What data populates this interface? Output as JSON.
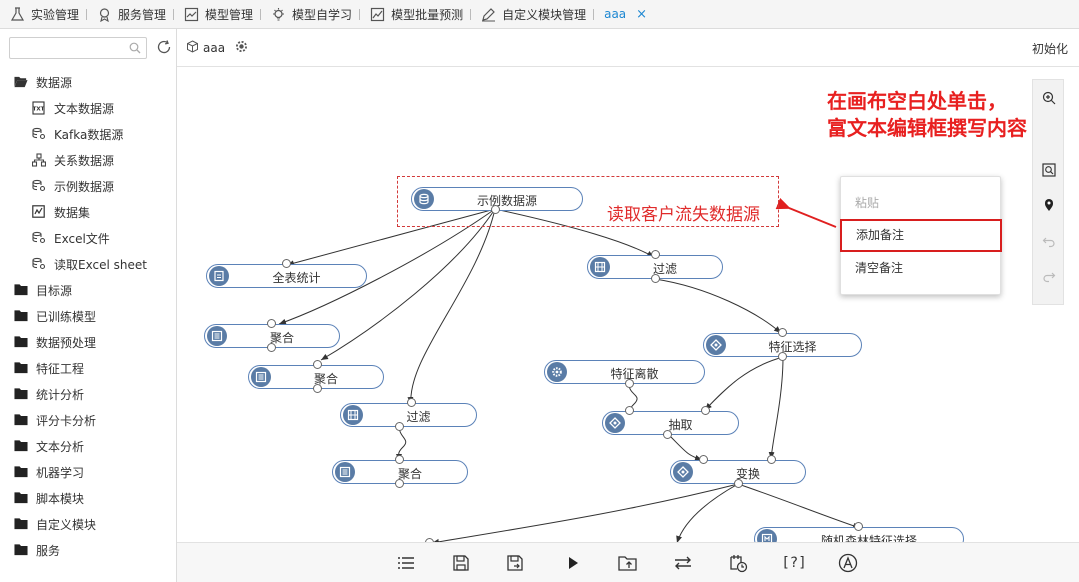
{
  "tabs": [
    {
      "label": "实验管理",
      "icon": "flask-icon"
    },
    {
      "label": "服务管理",
      "icon": "service-icon"
    },
    {
      "label": "模型管理",
      "icon": "chart-model-icon"
    },
    {
      "label": "模型自学习",
      "icon": "lightbulb-icon"
    },
    {
      "label": "模型批量预测",
      "icon": "line-chart-icon"
    },
    {
      "label": "自定义模块管理",
      "icon": "edit-icon"
    },
    {
      "label": "aaa",
      "active": true,
      "close": "×"
    }
  ],
  "sidebar": {
    "search_placeholder": "",
    "items": [
      {
        "label": "数据源",
        "level": 0,
        "icon": "folder-open-icon"
      },
      {
        "label": "文本数据源",
        "level": 1,
        "icon": "text-file-icon"
      },
      {
        "label": "Kafka数据源",
        "level": 1,
        "icon": "database-link-icon"
      },
      {
        "label": "关系数据源",
        "level": 1,
        "icon": "relation-icon"
      },
      {
        "label": "示例数据源",
        "level": 1,
        "icon": "database-link-icon"
      },
      {
        "label": "数据集",
        "level": 1,
        "icon": "dataset-icon"
      },
      {
        "label": "Excel文件",
        "level": 1,
        "icon": "database-link-icon"
      },
      {
        "label": "读取Excel sheet",
        "level": 1,
        "icon": "database-link-icon"
      },
      {
        "label": "目标源",
        "level": 0,
        "icon": "folder-icon"
      },
      {
        "label": "已训练模型",
        "level": 0,
        "icon": "folder-icon"
      },
      {
        "label": "数据预处理",
        "level": 0,
        "icon": "folder-icon"
      },
      {
        "label": "特征工程",
        "level": 0,
        "icon": "folder-icon"
      },
      {
        "label": "统计分析",
        "level": 0,
        "icon": "folder-icon"
      },
      {
        "label": "评分卡分析",
        "level": 0,
        "icon": "folder-icon"
      },
      {
        "label": "文本分析",
        "level": 0,
        "icon": "folder-icon"
      },
      {
        "label": "机器学习",
        "level": 0,
        "icon": "folder-icon"
      },
      {
        "label": "脚本模块",
        "level": 0,
        "icon": "folder-icon"
      },
      {
        "label": "自定义模块",
        "level": 0,
        "icon": "folder-icon"
      },
      {
        "label": "服务",
        "level": 0,
        "icon": "folder-icon"
      }
    ]
  },
  "canvas_header": {
    "title": "aaa",
    "init_label": "初始化"
  },
  "nodes": [
    {
      "id": "n1",
      "label": "示例数据源",
      "icon": "database-icon"
    },
    {
      "id": "n2",
      "label": "全表统计",
      "icon": "stats-icon"
    },
    {
      "id": "n3",
      "label": "过滤",
      "icon": "filter-icon"
    },
    {
      "id": "n4",
      "label": "聚合",
      "icon": "aggregate-icon"
    },
    {
      "id": "n5",
      "label": "聚合",
      "icon": "aggregate-icon"
    },
    {
      "id": "n6",
      "label": "特征选择",
      "icon": "feature-icon"
    },
    {
      "id": "n7",
      "label": "特征离散",
      "icon": "gear-node-icon"
    },
    {
      "id": "n8",
      "label": "过滤",
      "icon": "filter-icon"
    },
    {
      "id": "n9",
      "label": "抽取",
      "icon": "feature-icon"
    },
    {
      "id": "n10",
      "label": "聚合",
      "icon": "aggregate-icon"
    },
    {
      "id": "n11",
      "label": "变换",
      "icon": "feature-icon"
    },
    {
      "id": "n12",
      "label": "随机森林特征选择",
      "icon": "forest-icon"
    }
  ],
  "note": {
    "text": "读取客户流失数据源"
  },
  "annotation": {
    "line1": "在画布空白处单击，",
    "line2": "富文本编辑框撰写内容"
  },
  "context_menu": {
    "items": [
      {
        "label": "粘贴",
        "disabled": true
      },
      {
        "label": "添加备注",
        "highlighted": true
      },
      {
        "label": "清空备注"
      }
    ]
  },
  "right_toolbar": [
    "zoom-in-icon",
    "zoom-fit-icon",
    "location-pin-icon",
    "undo-icon",
    "redo-icon"
  ],
  "bottom_toolbar": [
    "list-icon",
    "save-icon",
    "save-as-icon",
    "run-icon",
    "export-folder-icon",
    "switch-icon",
    "schedule-icon",
    "help-icon",
    "auto-layout-icon"
  ],
  "bottom_help_label": "[?]",
  "colors": {
    "accent": "#1e88d2",
    "node_border": "#5b82b8",
    "node_badge": "#5a7ca6",
    "highlight": "#d81e1e",
    "annotation": "#e82020"
  }
}
